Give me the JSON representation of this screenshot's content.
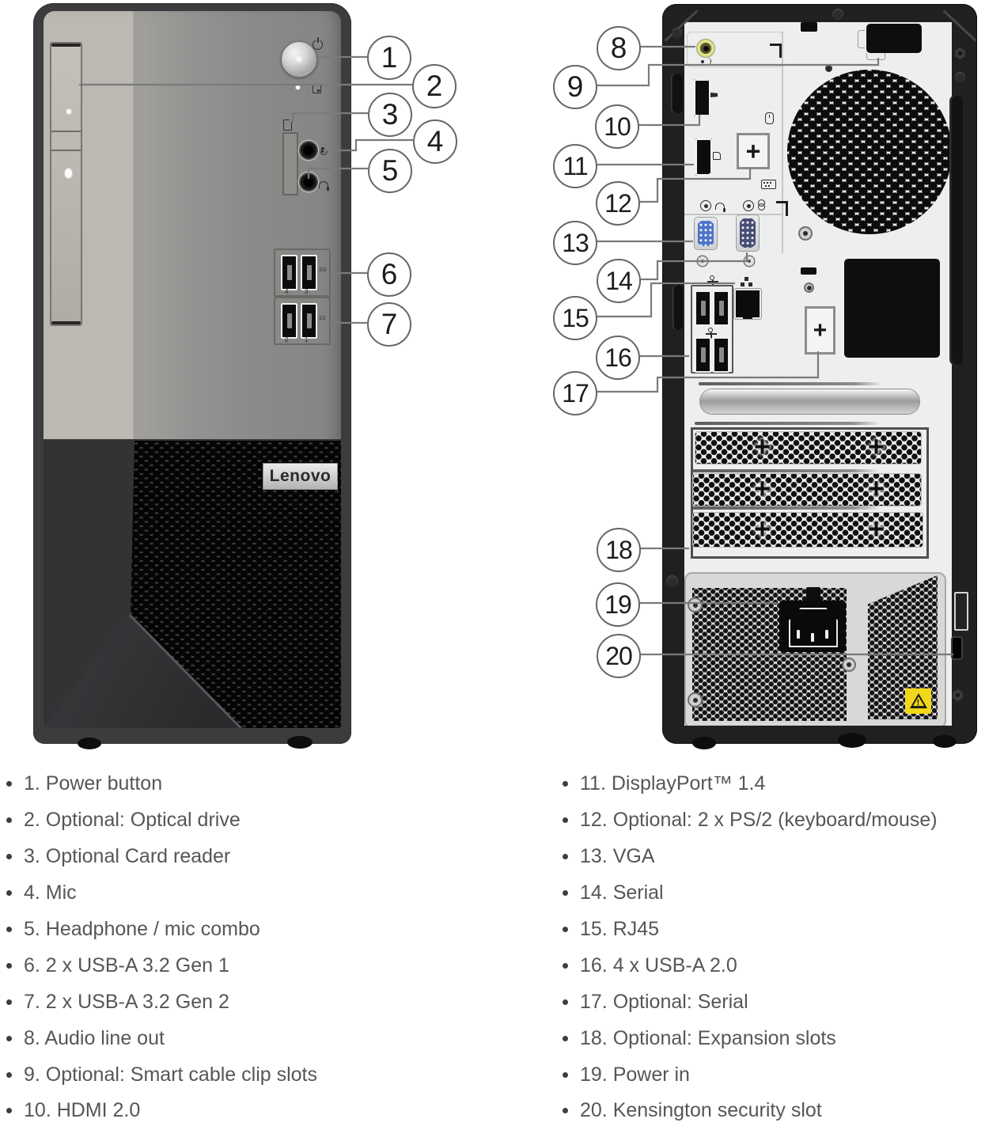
{
  "front": {
    "logo": "Lenovo",
    "callouts": [
      "1",
      "2",
      "3",
      "4",
      "5",
      "6",
      "7"
    ],
    "usb_groups": [
      {
        "badge": "SS",
        "ports": [
          "4",
          "3"
        ]
      },
      {
        "badge": "10",
        "ports": [
          "2",
          "1"
        ]
      }
    ]
  },
  "back": {
    "callouts": [
      "8",
      "9",
      "10",
      "11",
      "12",
      "13",
      "14",
      "15",
      "16",
      "17",
      "18",
      "19",
      "20"
    ],
    "ps2_plus": "+",
    "serial_plus": "+",
    "slot_plus": "+",
    "warning_mark": "!"
  },
  "legend": {
    "left": [
      "1. Power button",
      "2. Optional: Optical drive",
      "3. Optional Card reader",
      "4. Mic",
      "5. Headphone / mic combo",
      "6. 2 x USB-A 3.2 Gen 1",
      "7. 2 x USB-A 3.2 Gen 2",
      "8. Audio line out",
      "9. Optional: Smart cable clip slots",
      "10. HDMI 2.0"
    ],
    "right": [
      "11. DisplayPort™ 1.4",
      "12. Optional: 2 x PS/2 (keyboard/mouse)",
      "13. VGA",
      "14. Serial",
      "15. RJ45",
      "16. 4 x USB-A 2.0",
      "17. Optional: Serial",
      "18. Optional: Expansion slots",
      "19. Power in",
      "20. Kensington security slot"
    ]
  },
  "colors": {
    "front_frame": "#3c3c3e",
    "front_panel_light": "#bcb9b3",
    "front_panel_gray": "#8b8b8a",
    "back_frame": "#202022",
    "back_panel": "#edefee",
    "audio_jack_ring": "#dde28a",
    "vga_blue": "#4e74c8",
    "serial_navy": "#474d74",
    "warning_yellow": "#f2d818",
    "leader_line": "#7a7a7a"
  },
  "icons": {
    "power-icon": "circle-with-bar",
    "hdd-activity-icon": "square-with-dot",
    "sd-card-icon": "notched-card",
    "mic-icon": "microphone",
    "headset-icon": "headphone-arc",
    "line-out-icon": "dot-with-waves",
    "hdmi-icon": "trapezoid-plug",
    "dp-icon": "notched-plug",
    "mouse-icon": "mouse-outline",
    "keyboard-icon": "keyboard-outline",
    "screw-icon": "circle-dot",
    "ps2-icon": "double-circle",
    "network-icon": "three-nodes",
    "usb-icon": "trident",
    "warning-icon": "triangle-exclamation"
  }
}
